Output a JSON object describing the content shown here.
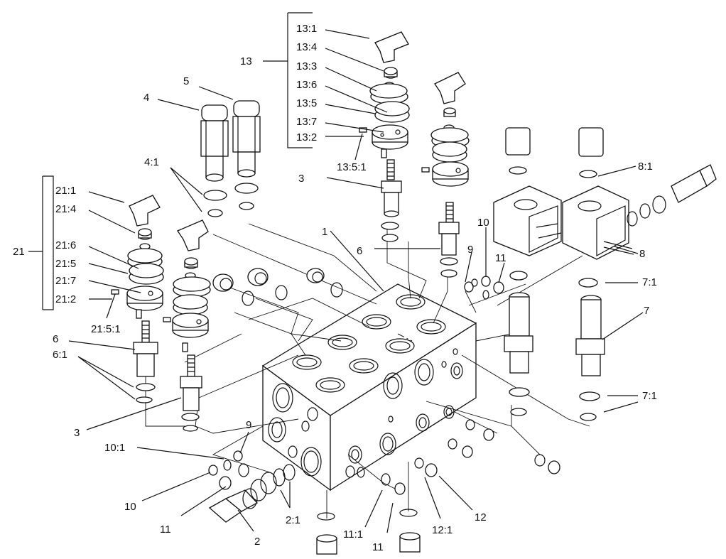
{
  "callouts": [
    {
      "id": "c13-1",
      "text": "13:1"
    },
    {
      "id": "c13-4",
      "text": "13:4"
    },
    {
      "id": "c13-3",
      "text": "13:3"
    },
    {
      "id": "c13-6",
      "text": "13:6"
    },
    {
      "id": "c13-5",
      "text": "13:5"
    },
    {
      "id": "c13-7",
      "text": "13:7"
    },
    {
      "id": "c13-2",
      "text": "13:2"
    },
    {
      "id": "c13",
      "text": "13"
    },
    {
      "id": "c13-5-1",
      "text": "13:5:1"
    },
    {
      "id": "c4",
      "text": "4"
    },
    {
      "id": "c5",
      "text": "5"
    },
    {
      "id": "c4-1",
      "text": "4:1"
    },
    {
      "id": "c3a",
      "text": "3"
    },
    {
      "id": "c8-1",
      "text": "8:1"
    },
    {
      "id": "c21-1",
      "text": "21:1"
    },
    {
      "id": "c21-4",
      "text": "21:4"
    },
    {
      "id": "c21",
      "text": "21"
    },
    {
      "id": "c21-6",
      "text": "21:6"
    },
    {
      "id": "c21-5",
      "text": "21:5"
    },
    {
      "id": "c21-7",
      "text": "21:7"
    },
    {
      "id": "c21-2",
      "text": "21:2"
    },
    {
      "id": "c21-5-1",
      "text": "21:5:1"
    },
    {
      "id": "c1",
      "text": "1"
    },
    {
      "id": "c10a",
      "text": "10"
    },
    {
      "id": "c6a",
      "text": "6"
    },
    {
      "id": "c9a",
      "text": "9"
    },
    {
      "id": "c11a",
      "text": "11"
    },
    {
      "id": "c8",
      "text": "8"
    },
    {
      "id": "c7-1a",
      "text": "7:1"
    },
    {
      "id": "c7",
      "text": "7"
    },
    {
      "id": "c6b",
      "text": "6"
    },
    {
      "id": "c6-1",
      "text": "6:1"
    },
    {
      "id": "c7-1b",
      "text": "7:1"
    },
    {
      "id": "c3b",
      "text": "3"
    },
    {
      "id": "c9b",
      "text": "9"
    },
    {
      "id": "c10-1",
      "text": "10:1"
    },
    {
      "id": "c10b",
      "text": "10"
    },
    {
      "id": "c11b",
      "text": "11"
    },
    {
      "id": "c2-1",
      "text": "2:1"
    },
    {
      "id": "c2",
      "text": "2"
    },
    {
      "id": "c12",
      "text": "12"
    },
    {
      "id": "c11-1",
      "text": "11:1"
    },
    {
      "id": "c12-1",
      "text": "12:1"
    },
    {
      "id": "c11c",
      "text": "11"
    }
  ]
}
